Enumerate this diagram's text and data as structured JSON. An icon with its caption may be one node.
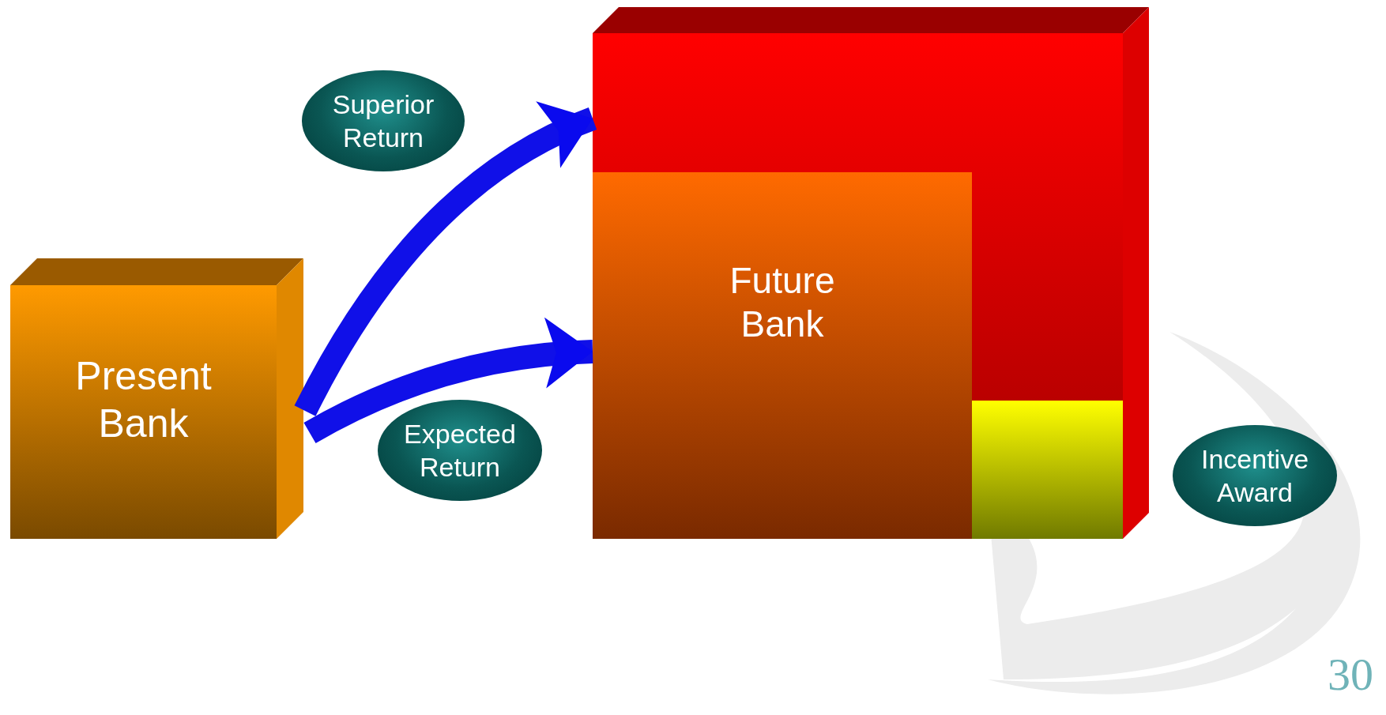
{
  "diagram": {
    "nodes": [
      {
        "text": [
          "Present Bank"
        ]
      },
      {
        "text": [
          "Superior Return"
        ]
      },
      {
        "text": [],
        "shape": "box"
      },
      {
        "text": [
          "Future Bank"
        ],
        "in": 2
      },
      {
        "text": [],
        "shape": "box",
        "in": 2
      },
      {
        "text": [
          "Expected Return"
        ]
      },
      {
        "text": [
          "Incentive Award"
        ]
      }
    ],
    "edges": [
      {
        "from": 0,
        "to": 2,
        "arrow": "to"
      },
      {
        "from": 0,
        "to": 3,
        "arrow": "to"
      }
    ],
    "labels": [
      "30"
    ]
  }
}
